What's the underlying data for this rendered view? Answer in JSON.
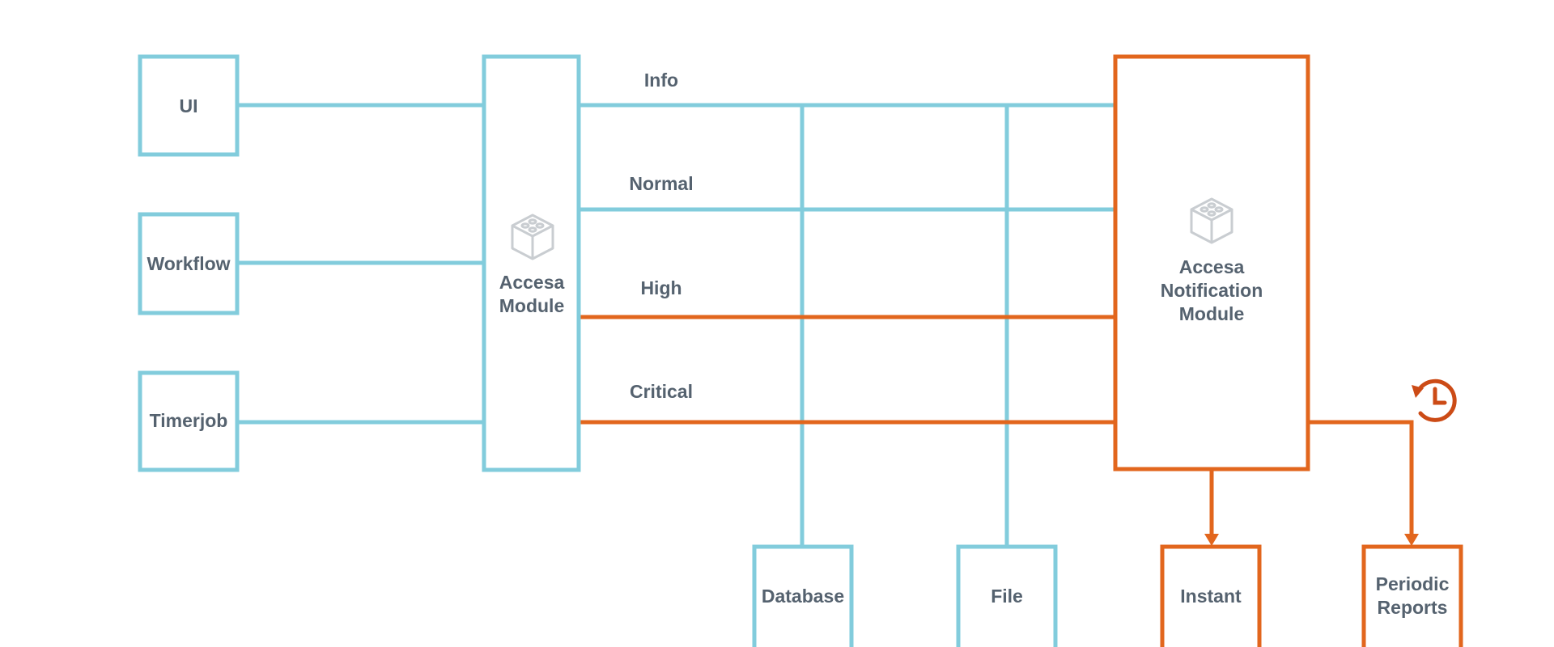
{
  "colors": {
    "blue": "#82ccdc",
    "orange": "#e2661d",
    "text": "#55626f",
    "icon": "#c9cdd1"
  },
  "nodes": {
    "ui": "UI",
    "workflow": "Workflow",
    "timerjob": "Timerjob",
    "accesa_module": [
      "Accesa",
      "Module"
    ],
    "notification_module": [
      "Accesa",
      "Notification",
      "Module"
    ],
    "database": "Database",
    "file": "File",
    "instant": "Instant",
    "periodic_reports": [
      "Periodic",
      "Reports"
    ]
  },
  "channels": {
    "info": "Info",
    "normal": "Normal",
    "high": "High",
    "critical": "Critical"
  },
  "icons": {
    "module": "cube-blocks-icon",
    "notification": "cube-blocks-icon",
    "schedule": "clock-history-icon"
  }
}
